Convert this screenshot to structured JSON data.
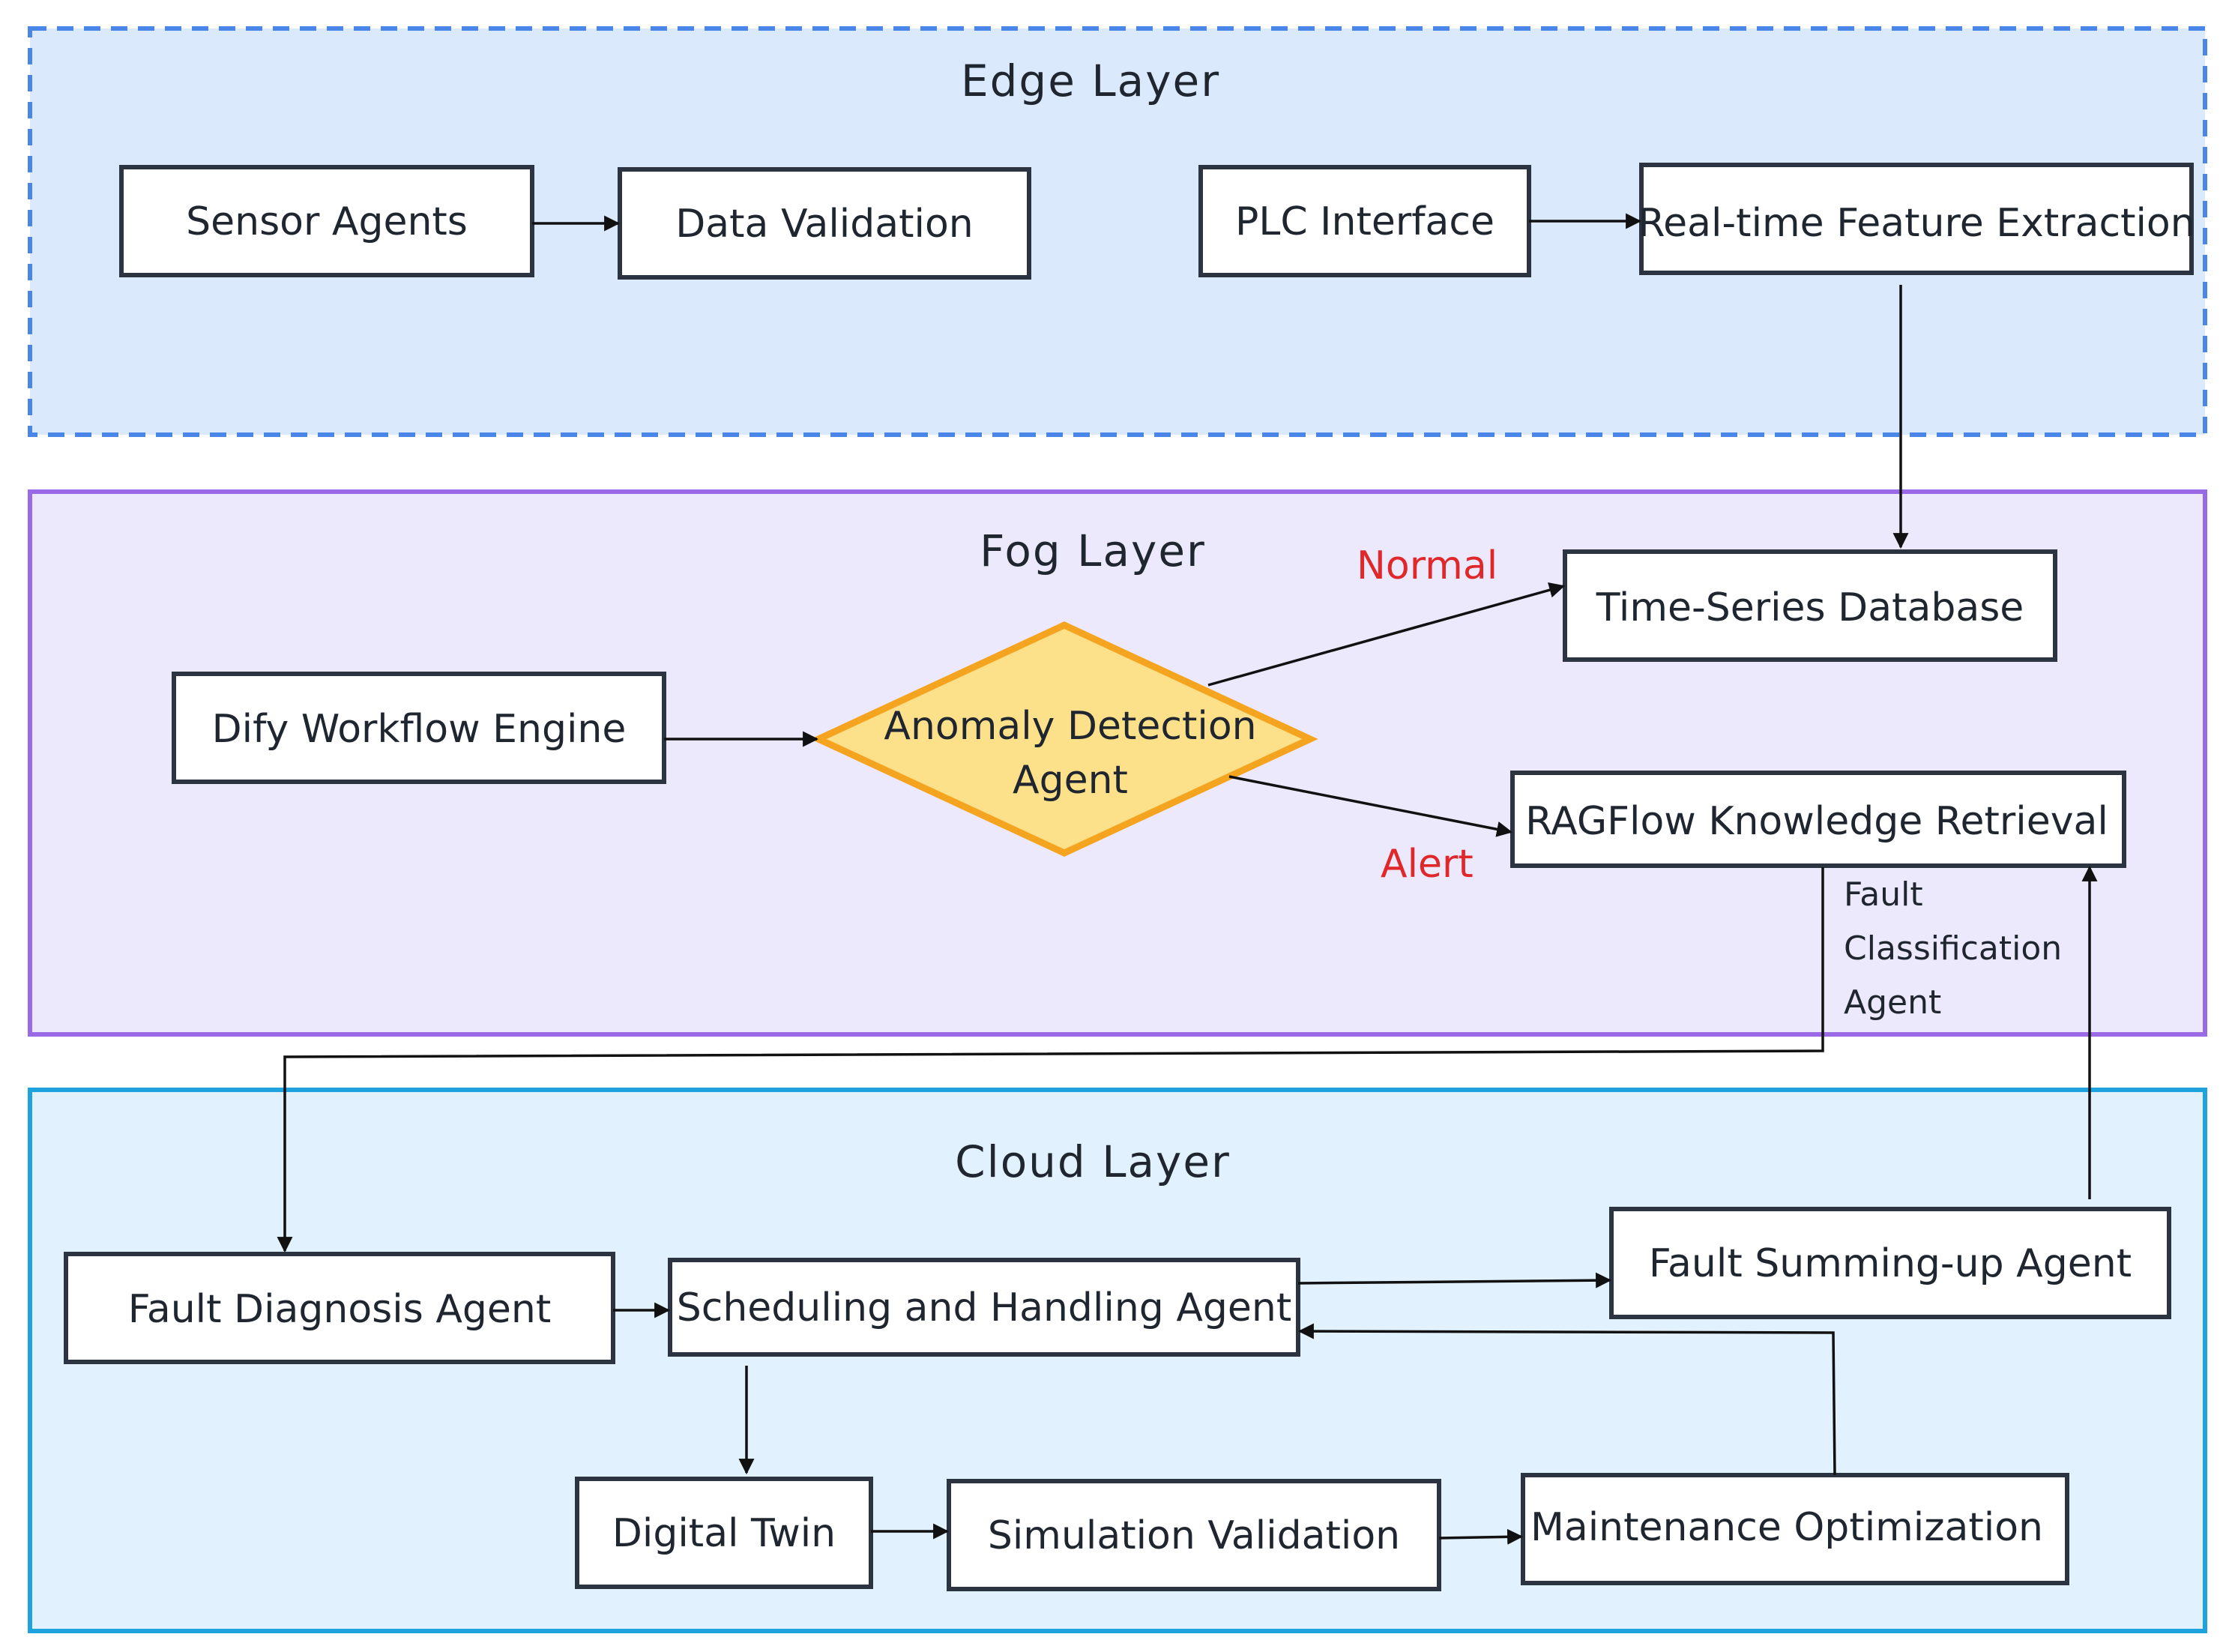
{
  "layers": {
    "edge": {
      "title": "Edge Layer",
      "fill": "#dbe9fd",
      "stroke": "#4a86e8"
    },
    "fog": {
      "title": "Fog Layer",
      "fill": "#ede9fd",
      "stroke": "#9a6ae6"
    },
    "cloud": {
      "title": "Cloud Layer",
      "fill": "#e1f1fd",
      "stroke": "#1fa3de"
    }
  },
  "nodes": {
    "sensor_agents": "Sensor Agents",
    "data_validation": "Data Validation",
    "plc_interface": "PLC Interface",
    "feature_extraction": "Real-time Feature Extraction",
    "time_series_db": "Time-Series Database",
    "dify_engine": "Dify Workflow Engine",
    "anomaly_detection": {
      "line1": "Anomaly Detection",
      "line2": "Agent",
      "fill": "#fde08a",
      "stroke": "#f4a41f"
    },
    "ragflow": "RAGFlow Knowledge Retrieval",
    "fault_diagnosis": "Fault Diagnosis Agent",
    "scheduling": "Scheduling and Handling Agent",
    "fault_summing": "Fault Summing-up Agent",
    "digital_twin": "Digital Twin",
    "simulation_validation": "Simulation Validation",
    "maintenance_optimization": "Maintenance Optimization"
  },
  "labels": {
    "normal": "Normal",
    "alert": "Alert",
    "fault_classification": {
      "line1": "Fault",
      "line2": "Classification",
      "line3": "Agent"
    }
  },
  "colors": {
    "branch_label": "#e0272a",
    "box_border": "#2b3440"
  }
}
